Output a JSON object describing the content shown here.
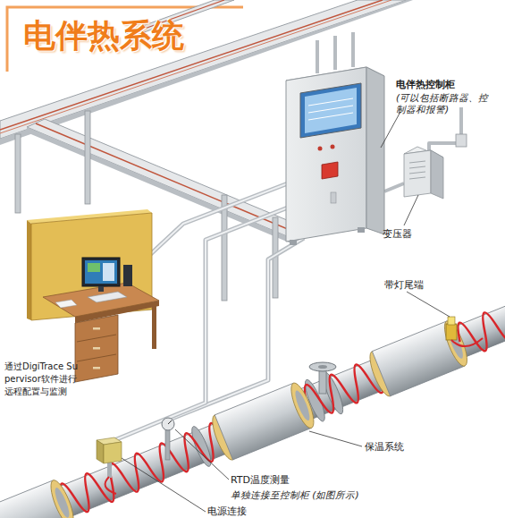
{
  "diagram": {
    "title": "电伴热系统",
    "labels": [
      "电伴热控制柜",
      "(可以包括断路器、控制器和报警)",
      "变压器",
      "带灯尾端",
      "通过DigiTrace Supervisor软件进行远程配置与监测",
      "保温系统",
      "RTD温度测量",
      "单独连接至控制柜 (如图所示)",
      "电源连接"
    ]
  }
}
